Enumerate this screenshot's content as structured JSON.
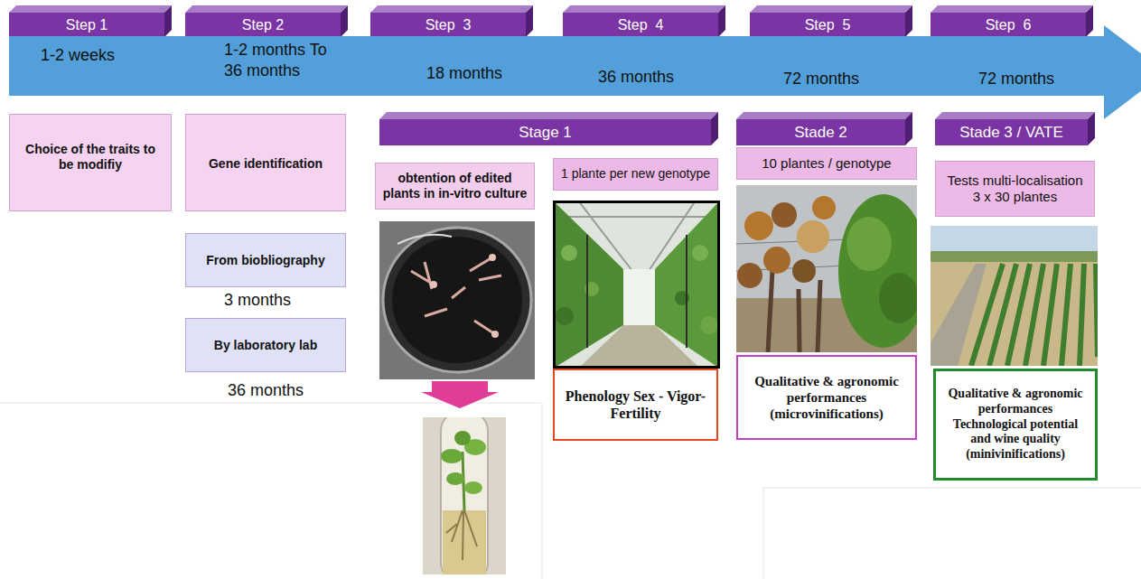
{
  "diagram": {
    "nodes": [
      {
        "text": [
          "Step 1"
        ]
      },
      {
        "text": [
          "Step 2"
        ]
      },
      {
        "text": [
          "Step  3"
        ]
      },
      {
        "text": [
          "Step  4"
        ]
      },
      {
        "text": [
          "Step  5"
        ]
      },
      {
        "text": [
          "Step  6"
        ]
      },
      {
        "text": [
          "1-2 weeks",
          "1-2 months To 36 months",
          "18 months",
          "36 months",
          "72 months",
          "72 months"
        ]
      },
      {
        "text": [
          "Stage 1"
        ]
      },
      {
        "text": [
          "Stade 2"
        ]
      },
      {
        "text": [
          "Stade 3 / VATE"
        ]
      },
      {
        "text": [
          "Choice of the traits to be modifiy"
        ]
      },
      {
        "text": [
          "Gene identification"
        ]
      },
      {
        "text": [
          "From biobliography"
        ]
      },
      {
        "text": [
          "By laboratory lab"
        ]
      },
      {
        "text": [
          "obtention of edited plants in in-vitro culture"
        ]
      },
      {
        "text": [
          "1 plante per new genotype"
        ]
      },
      {
        "text": [
          "Phenology Sex - Vigor- Fertility"
        ]
      },
      {
        "text": [
          "10 plantes / genotype"
        ]
      },
      {
        "text": [
          "Qualitative & agronomic performances (microvinifications)"
        ]
      },
      {
        "text": [
          "Tests multi-localisation 3 x 30 plantes"
        ]
      },
      {
        "text": [
          "Qualitative & agronomic performances Technological potential and wine quality (minivinifications)"
        ]
      }
    ],
    "labels": [
      "3 months",
      "36 months"
    ]
  }
}
